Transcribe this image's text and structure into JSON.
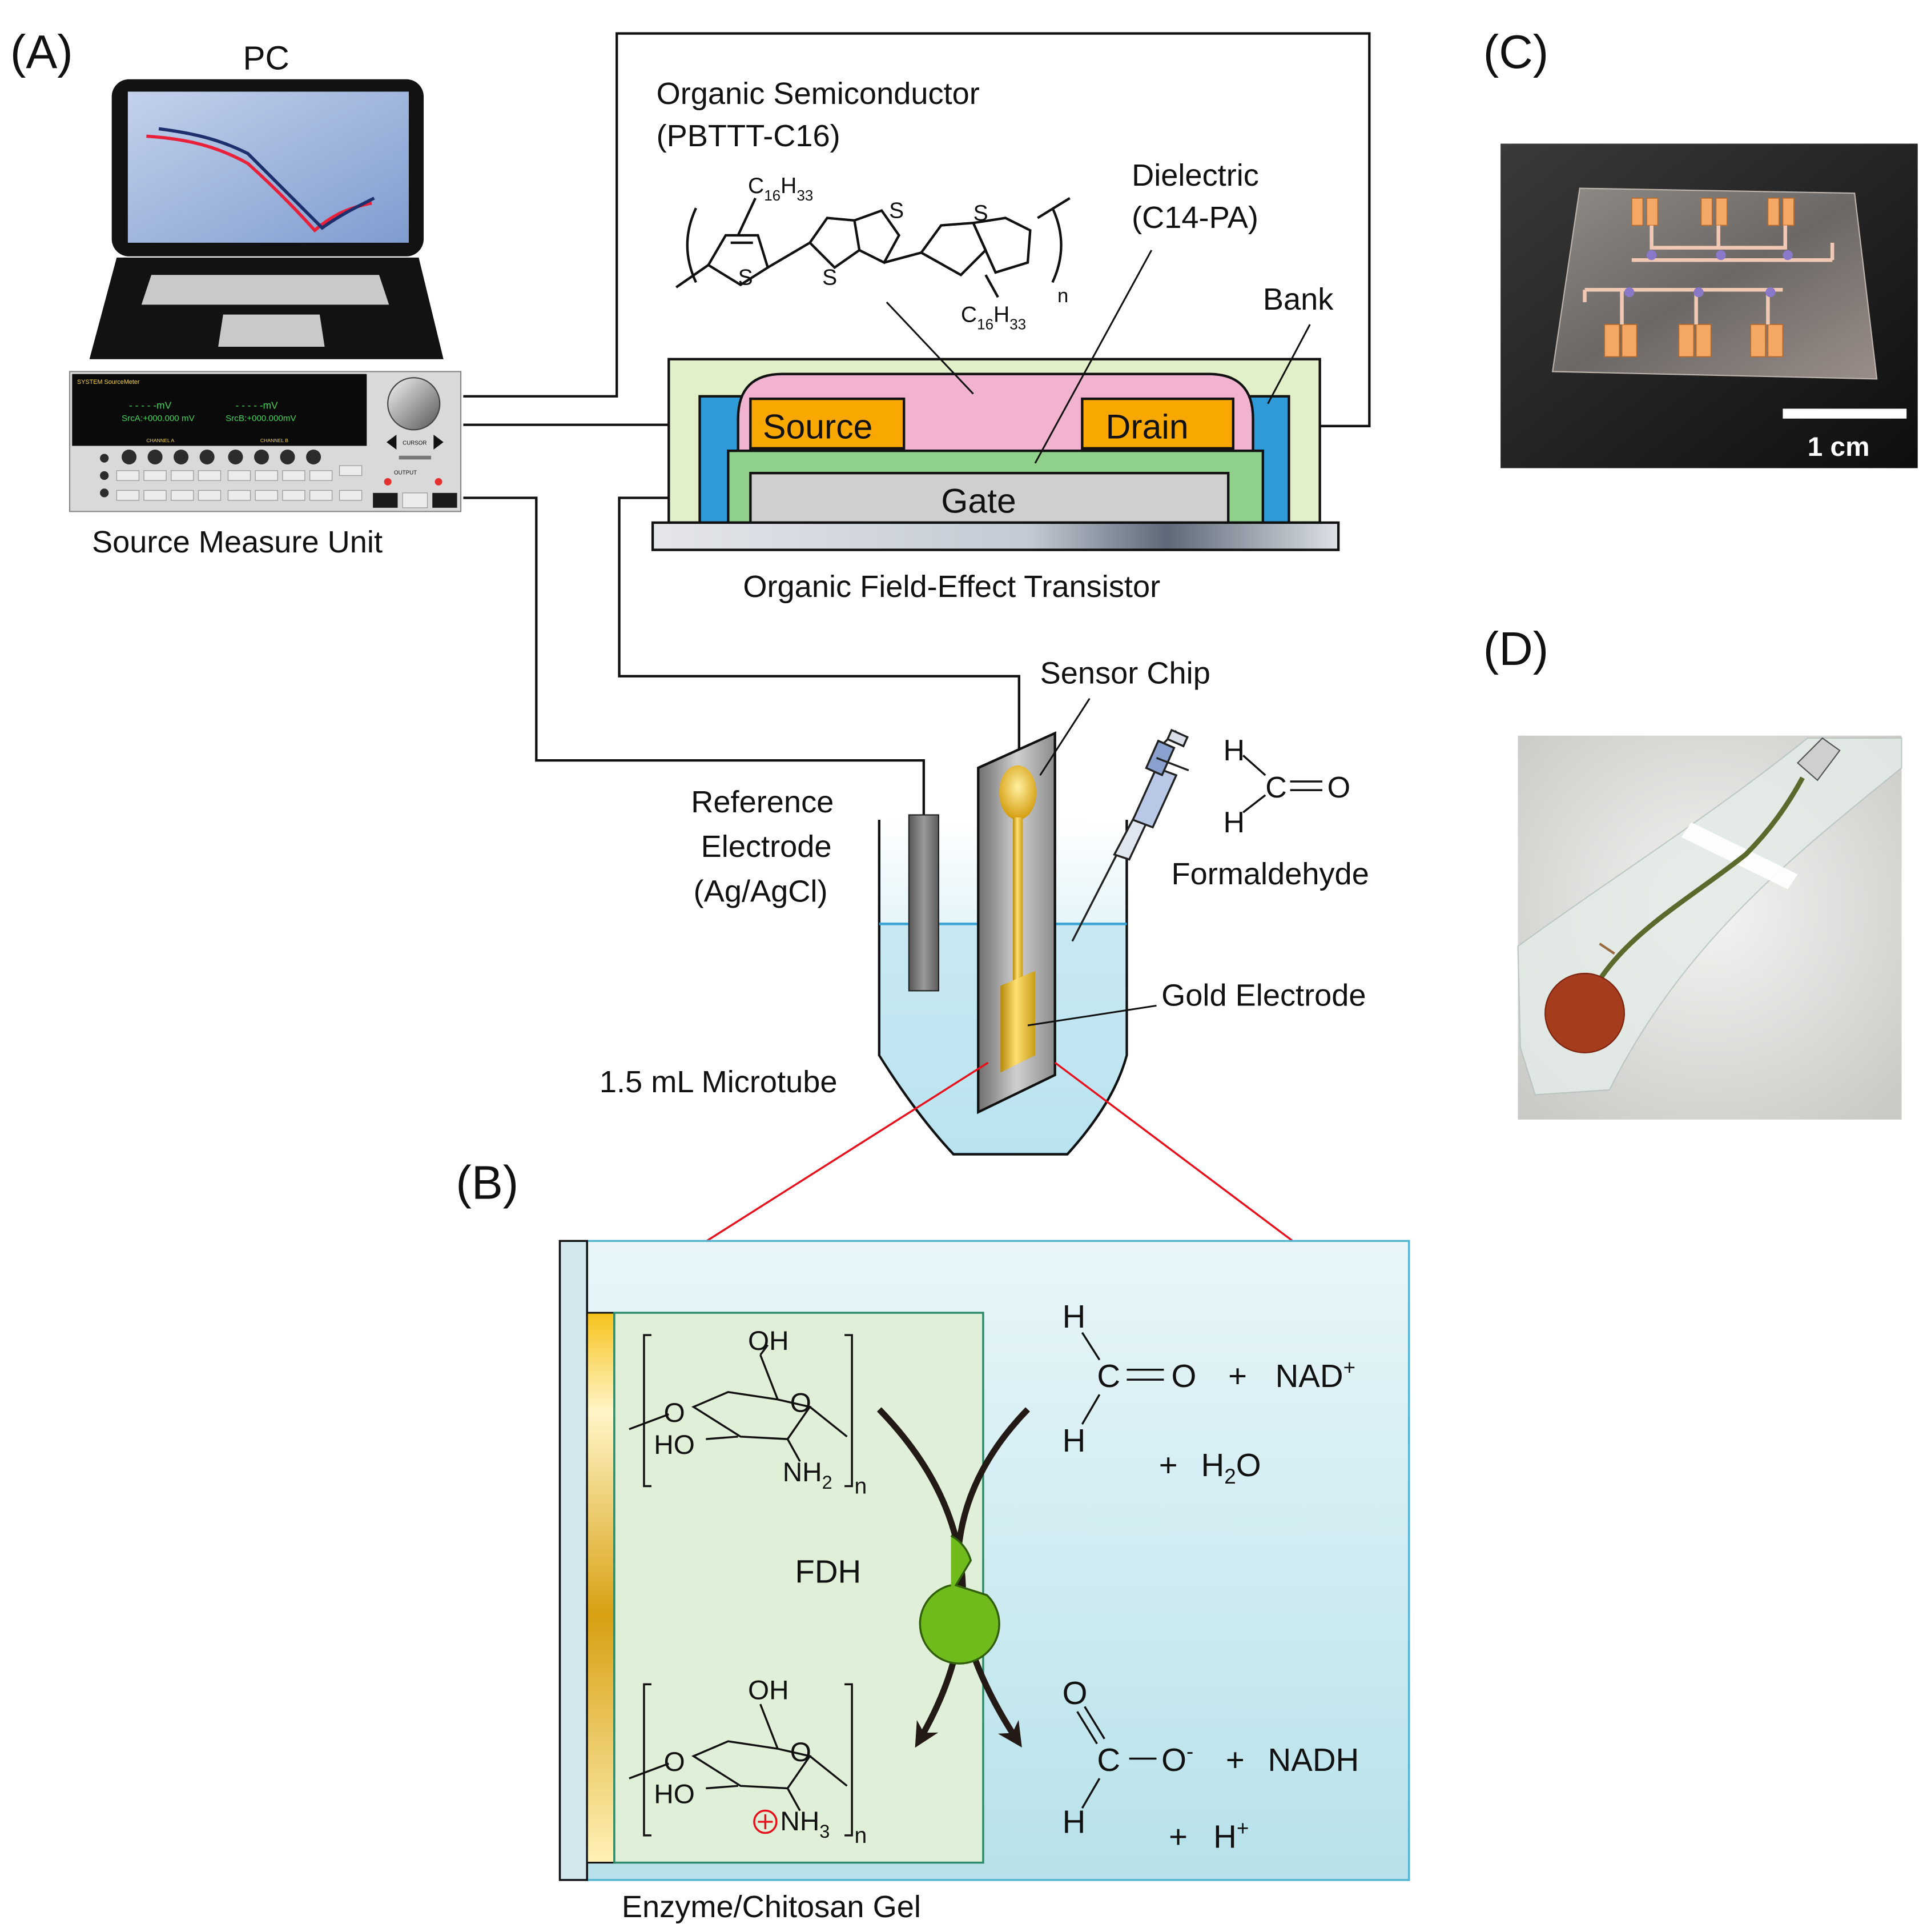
{
  "panel_labels": {
    "a": "(A)",
    "b": "(B)",
    "c": "(C)",
    "d": "(D)"
  },
  "panel_a": {
    "pc_label": "PC",
    "smu_label": "Source Measure Unit",
    "smu_screen": {
      "brand": "SYSTEM SourceMeter",
      "reading_a": "SrcA:+000.000 mV",
      "reading_b": "SrcB:+000.000mV",
      "dashes_a": "- - -  - -mV",
      "dashes_b": "- - -  - -mV",
      "channel_a": "CHANNEL A",
      "channel_b": "CHANNEL B",
      "cursor": "CURSOR",
      "output": "OUTPUT"
    },
    "semiconductor_title": "Organic Semiconductor",
    "semiconductor_name": "(PBTTT-C16)",
    "dielectric_title": "Dielectric",
    "dielectric_name": "(C14-PA)",
    "bank_label": "Bank",
    "source_label": "Source",
    "drain_label": "Drain",
    "gate_label": "Gate",
    "ofet_label": "Organic Field-Effect Transistor",
    "sensor_chip_label": "Sensor Chip",
    "reference_electrode": [
      "Reference",
      "Electrode",
      "(Ag/AgCl)"
    ],
    "formaldehyde_label": "Formaldehyde",
    "gold_electrode_label": "Gold Electrode",
    "microtube_label": "1.5 mL Microtube",
    "molecule_atoms": {
      "s": "S",
      "n": "n",
      "h": "H",
      "c": "C",
      "o": "O"
    }
  },
  "panel_b": {
    "enzyme_label": "FDH",
    "gel_label": "Enzyme/Chitosan Gel",
    "plus": "+",
    "nad_plus": "NAD",
    "water": "H",
    "nadh": "NADH",
    "h_plus": "H",
    "oh": "OH",
    "ho": "HO",
    "o": "O",
    "nh2": "NH",
    "nh3": "NH",
    "n": "n"
  },
  "panel_c": {
    "scale_bar": "1 cm"
  },
  "colors": {
    "semiconductor": "#f2b3d0",
    "electrode_orange": "#f8a800",
    "dielectric_green": "#8fd18b",
    "bank_blue": "#2f9ad8",
    "ofet_background": "#e1f0c8",
    "gate_gray": "#cfcfcf",
    "gel_green": "#e0efd8",
    "solution_blue": "#bfe4ec",
    "enzyme_green": "#6fbb1c",
    "gold": "#e2b020",
    "link_red": "#e8101c"
  }
}
